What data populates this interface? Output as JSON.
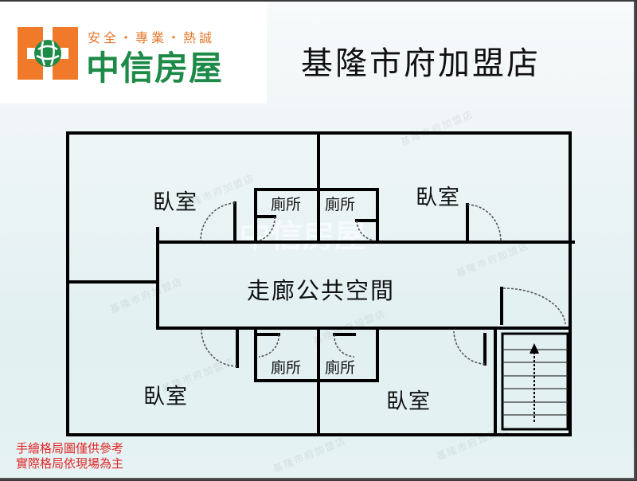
{
  "header": {
    "logo": {
      "slogan": "安全・專業・熱誠",
      "brand_name": "中信房屋",
      "mark_colors": {
        "orange": "#f07a2a",
        "green": "#1e8a48"
      }
    },
    "store_title": "基隆市府加盟店"
  },
  "floor_plan": {
    "rooms": [
      {
        "id": "bedroom-top-left",
        "label": "臥室"
      },
      {
        "id": "bedroom-top-right",
        "label": "臥室"
      },
      {
        "id": "bedroom-bottom-left",
        "label": "臥室"
      },
      {
        "id": "bedroom-bottom-right",
        "label": "臥室"
      },
      {
        "id": "toilet-top-left",
        "label": "廁所"
      },
      {
        "id": "toilet-top-right",
        "label": "廁所"
      },
      {
        "id": "toilet-bottom-left",
        "label": "廁所"
      },
      {
        "id": "toilet-bottom-right",
        "label": "廁所"
      },
      {
        "id": "hallway",
        "label": "走廊公共空間"
      }
    ],
    "stairs": {
      "direction": "up",
      "icon": "stair-up-arrow-icon"
    },
    "watermark_text": "基隆市府加盟店",
    "center_watermark": "中信房屋"
  },
  "disclaimer": {
    "line1": "手繪格局圖僅供參考",
    "line2": "實際格局依現場為主",
    "color": "#e02828"
  }
}
